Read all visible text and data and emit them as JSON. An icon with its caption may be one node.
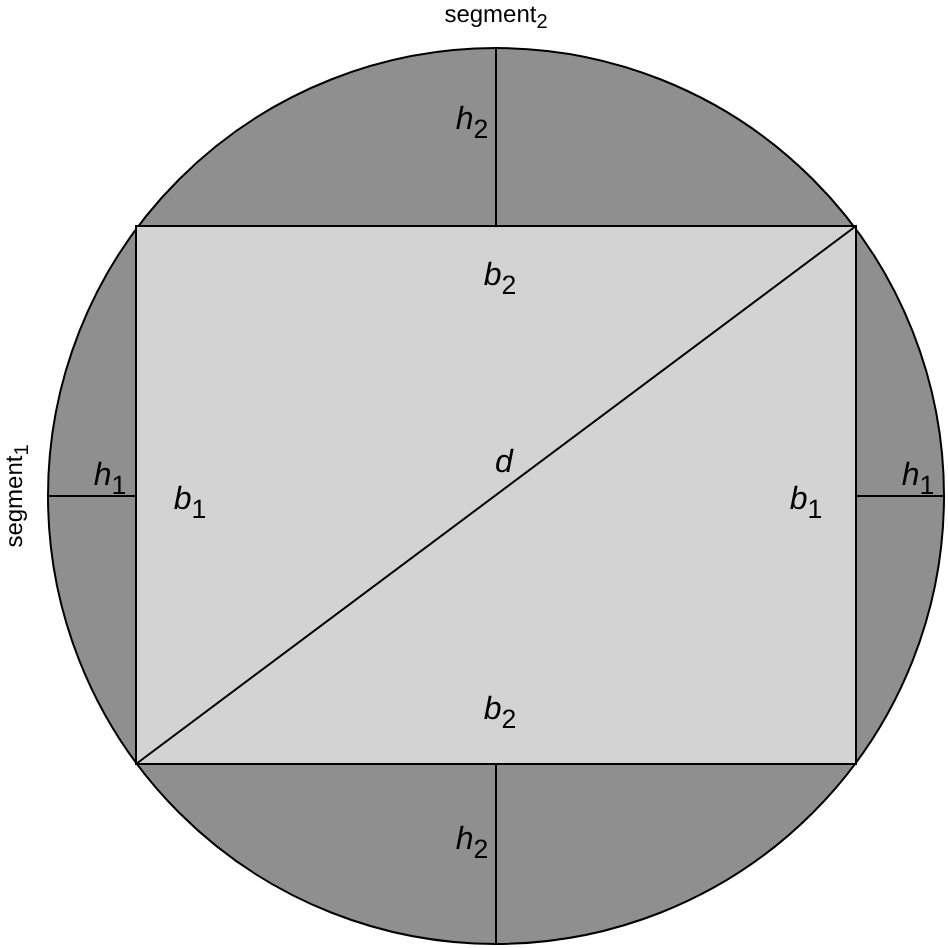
{
  "diagram": {
    "labels": [
      "segment$_{2}$",
      "*h*$_{2}$",
      "*b*$_{2}$",
      "segment$_{1}$",
      "*h*$_{1}$",
      "*b*$_{1}$",
      "*d*",
      "*b*$_{1}$",
      "*h*$_{1}$",
      "*b*$_{2}$",
      "*h*$_{2}$"
    ]
  }
}
